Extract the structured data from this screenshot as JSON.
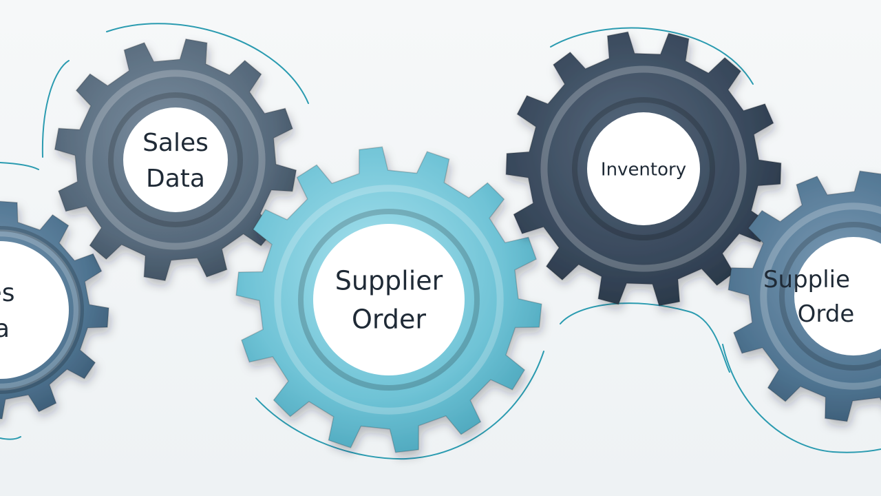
{
  "colors": {
    "background": "#f3f6f8",
    "connector": "#2a9bb0",
    "gear_slate": "#56697b",
    "gear_cyan": "#6fc3d6",
    "gear_dark": "#37475a",
    "gear_blue": "#4f7491",
    "hub": "#ffffff",
    "label": "#1f2a36"
  },
  "gears": [
    {
      "id": "left-partial-sales-data",
      "icon": "gear-icon",
      "label_lines": [
        "Sales",
        "Data"
      ],
      "visible_text": [
        "les",
        "ta"
      ],
      "color": "#4f7491"
    },
    {
      "id": "sales-data",
      "icon": "gear-icon",
      "label_lines": [
        "Sales",
        "Data"
      ],
      "color": "#56697b"
    },
    {
      "id": "supplier-order",
      "icon": "gear-icon",
      "label_lines": [
        "Supplier",
        "Order"
      ],
      "color": "#6fc3d6"
    },
    {
      "id": "inventory",
      "icon": "gear-icon",
      "label_lines": [
        "Inventory"
      ],
      "color": "#37475a"
    },
    {
      "id": "right-partial-supplier-order",
      "icon": "gear-icon",
      "label_lines": [
        "Supplier",
        "Order"
      ],
      "visible_text": [
        "Supplie",
        "Orde"
      ],
      "color": "#4f7491"
    }
  ]
}
